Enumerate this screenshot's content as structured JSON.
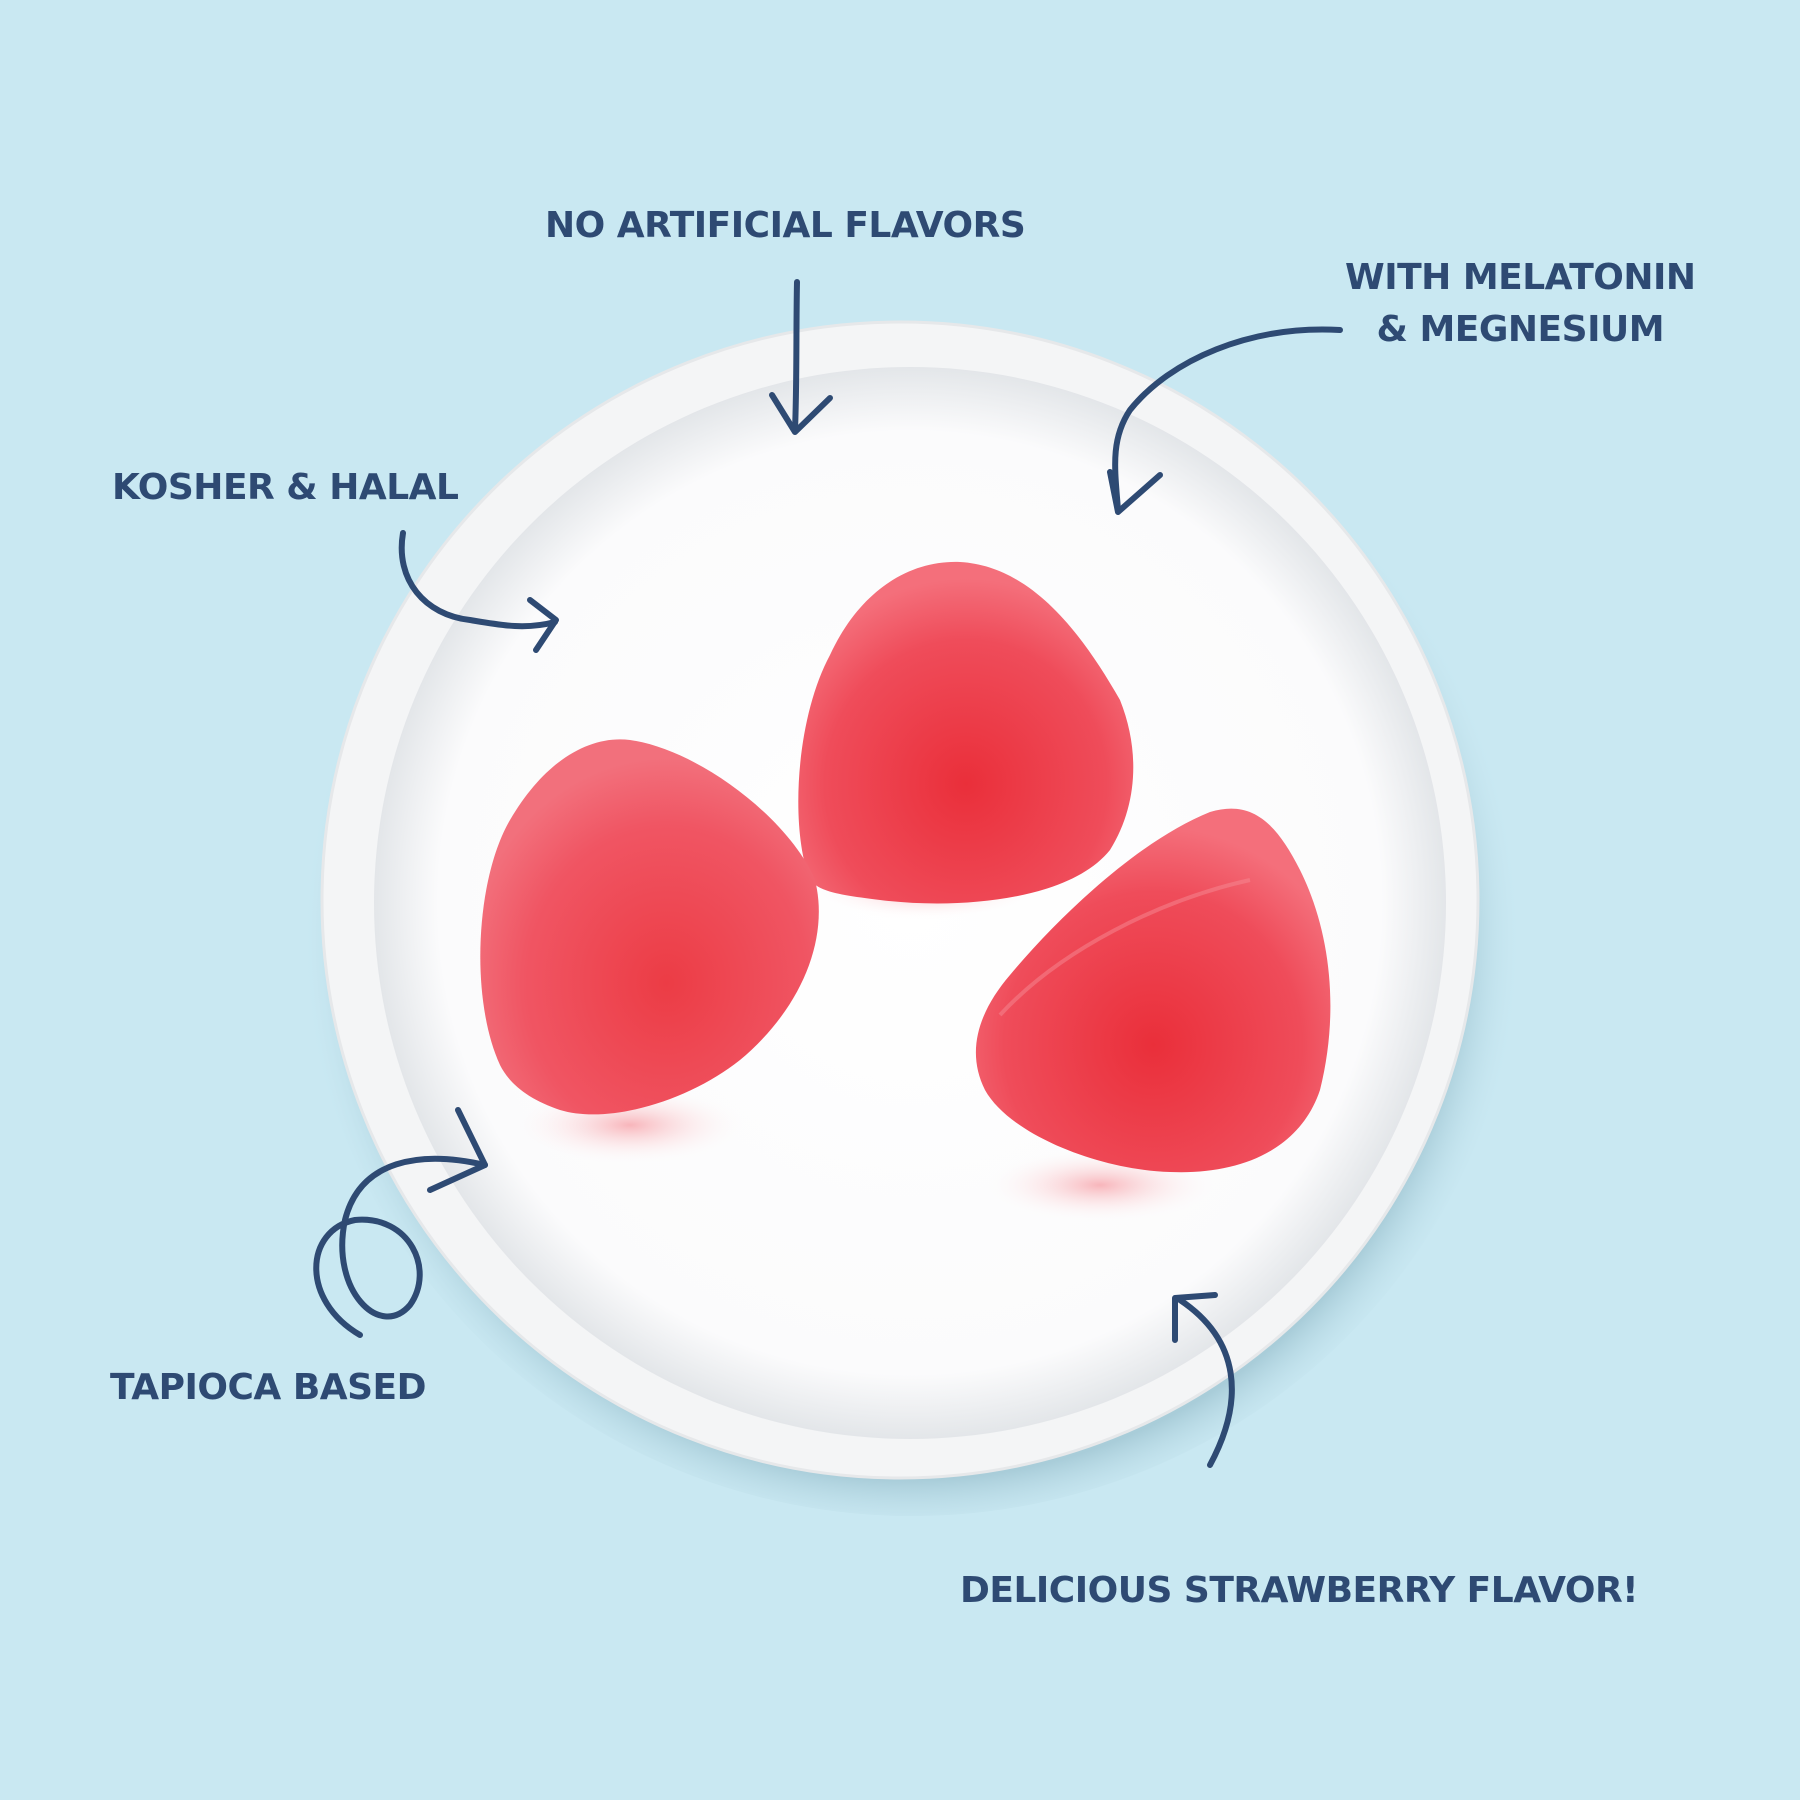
{
  "labels": {
    "no_artificial_flavors": "NO ARTIFICIAL FLAVORS",
    "with_melatonin_line1": "WITH MELATONIN",
    "with_melatonin_line2": "& MEGNESIUM",
    "kosher_halal": "KOSHER & HALAL",
    "tapioca_based": "TAPIOCA BASED",
    "delicious_strawberry": "DELICIOUS STRAWBERRY FLAVOR!"
  },
  "colors": {
    "background": "#c9e8f2",
    "text": "#2e4a73",
    "arrow": "#2e4a73",
    "plate": "#ffffff",
    "gummy": "#ef4f5f"
  },
  "icons": [
    "arrow-down-icon",
    "arrow-curved-left-icon",
    "arrow-curved-right-icon",
    "arrow-loop-icon",
    "arrow-curved-up-icon"
  ]
}
